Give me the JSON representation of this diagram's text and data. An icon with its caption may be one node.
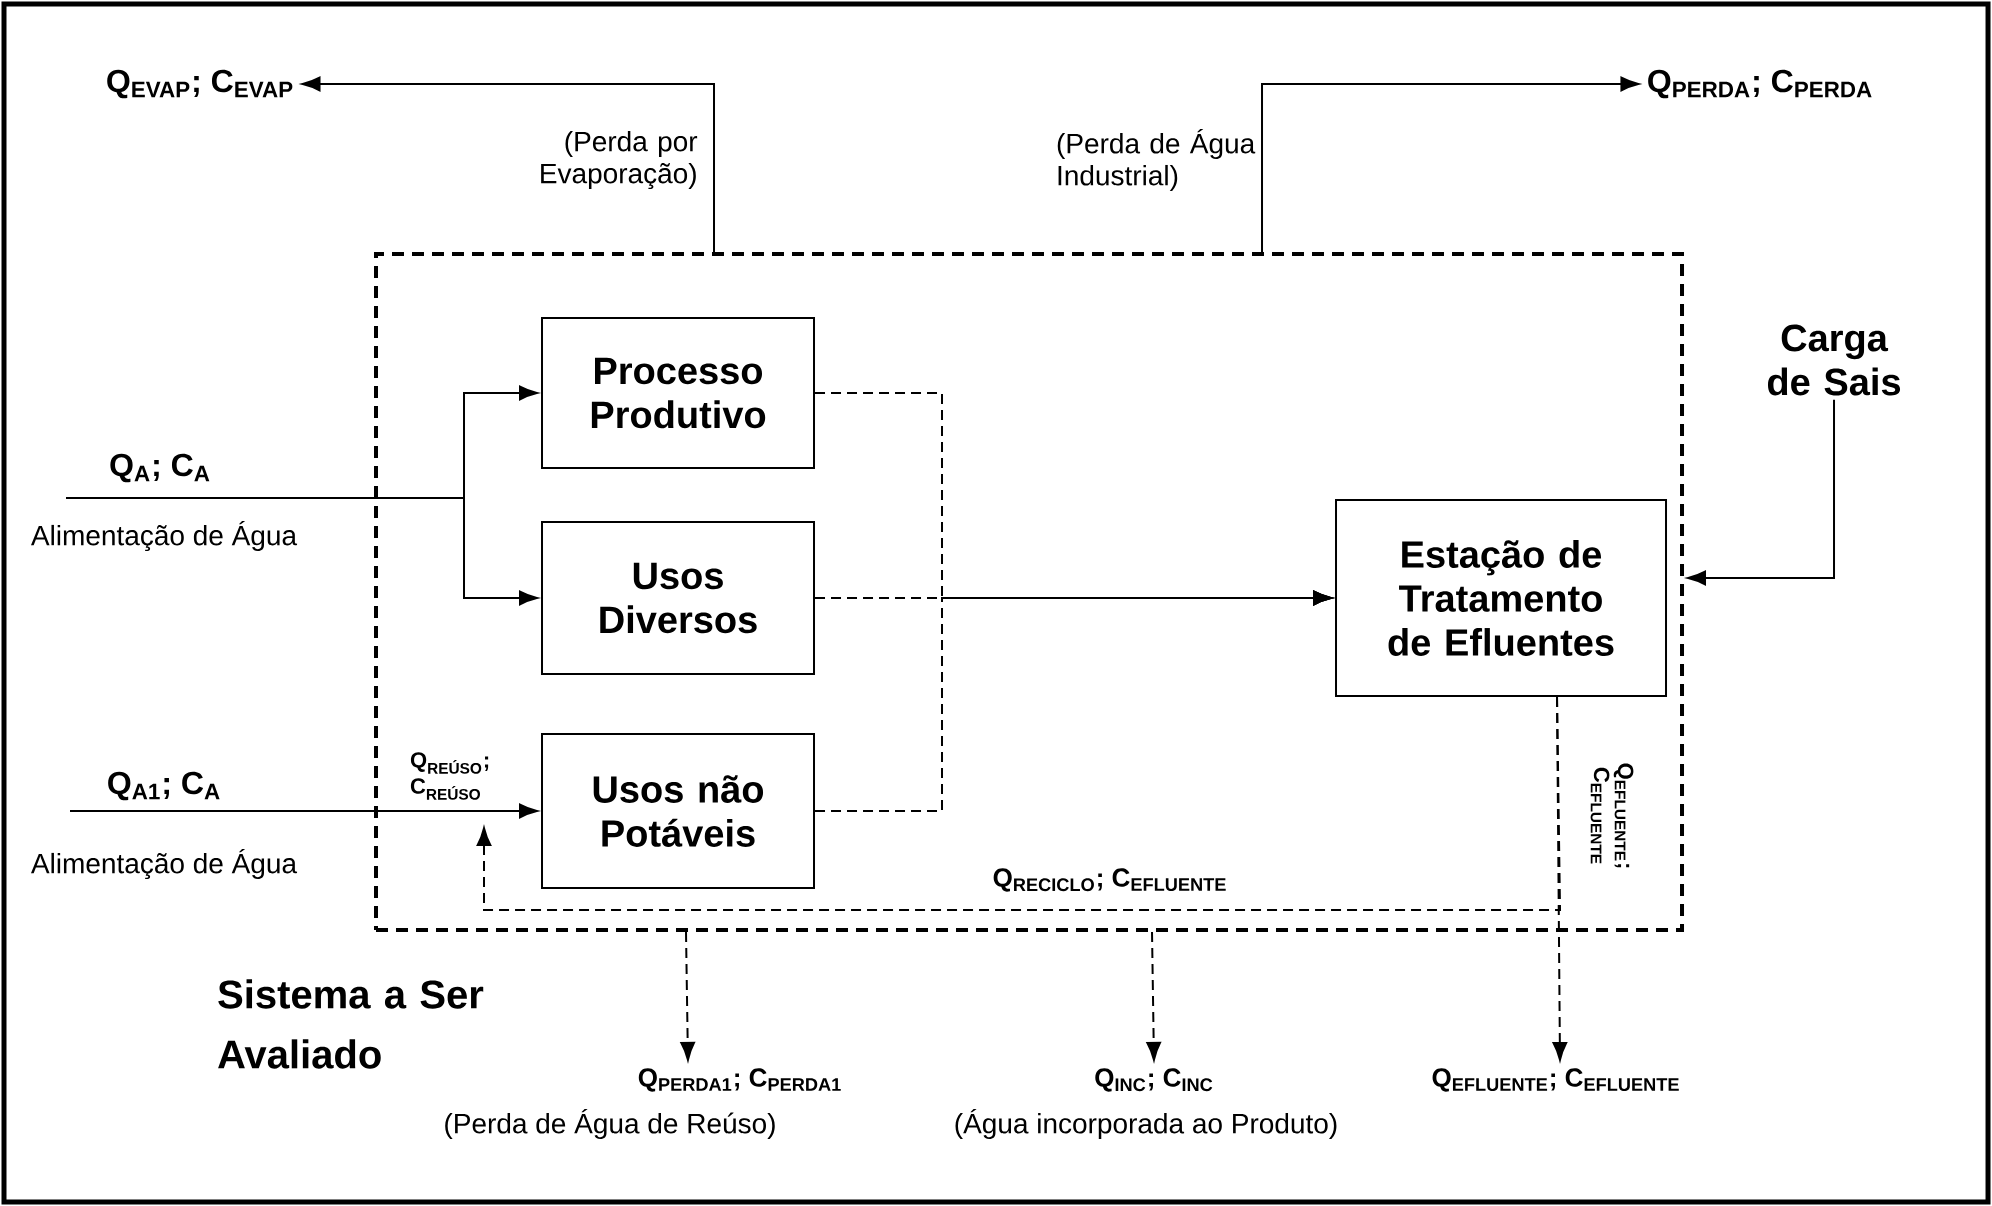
{
  "diagram": {
    "nodes": [
      {
        "text": [
          "Sistema a Ser Avaliado"
        ]
      },
      {
        "text": [
          "Processo Produtivo"
        ],
        "in": 0
      },
      {
        "text": [
          "Usos Diversos"
        ],
        "in": 0
      },
      {
        "text": [
          "Usos não Potáveis"
        ],
        "in": 0
      },
      {
        "text": [
          "Estação de Tratamento de Efluentes"
        ],
        "in": 0
      },
      {
        "text": [
          "Q$_{EVAP}$; C$_{EVAP}$"
        ]
      },
      {
        "text": [
          "Q$_{PERDA}$; C$_{PERDA}$"
        ]
      },
      {
        "text": [
          "Carga de Sais"
        ]
      },
      {
        "text": [
          "Q$_{PERDA1}$; C$_{PERDA1}$"
        ],
        "beside": [
          "(Perda de Água de Reúso)"
        ]
      },
      {
        "text": [
          "Q$_{INC}$; C$_{INC}$"
        ],
        "beside": [
          "(Água incorporada ao Produto)"
        ]
      },
      {
        "text": [
          "Q$_{EFLUENTE}$; C$_{EFLUENTE}$"
        ]
      }
    ],
    "edges": [
      {
        "from": null,
        "to": 1,
        "arrow": "to",
        "label": "Q$_{A}$; C$_{A}$"
      },
      {
        "from": null,
        "to": 2,
        "arrow": "to"
      },
      {
        "from": null,
        "to": 3,
        "arrow": "to",
        "label": "Q$_{A1}$; C$_{A}$"
      },
      {
        "from": 0,
        "to": 5,
        "arrow": "to",
        "label": "(Perda por Evaporação)"
      },
      {
        "from": 0,
        "to": 6,
        "arrow": "to",
        "label": "(Perda de Água Industrial)"
      },
      {
        "from": 7,
        "to": 0,
        "arrow": "to"
      },
      {
        "from": 1,
        "to": 4,
        "arrow": "to",
        "style": "dashed"
      },
      {
        "from": 2,
        "to": 4,
        "arrow": "to",
        "style": "dashed"
      },
      {
        "from": 3,
        "to": 4,
        "arrow": "to",
        "style": "dashed"
      },
      {
        "from": 4,
        "to": 3,
        "arrow": "to",
        "style": "dashed",
        "label": "Q$_{RECICLO}$; C$_{EFLUENTE}$"
      },
      {
        "from": 0,
        "to": 8,
        "arrow": "to",
        "style": "dashed"
      },
      {
        "from": 0,
        "to": 9,
        "arrow": "to",
        "style": "dashed"
      },
      {
        "from": 4,
        "to": 10,
        "arrow": "to",
        "style": "dashed",
        "label": "Q$_{EFLUENTE}$; C$_{EFLUENTE}$"
      }
    ],
    "labels": [
      "Alimentação de Água",
      "Alimentação de Água",
      "Q$_{REÚSO}$; C$_{REÚSO}$"
    ]
  }
}
